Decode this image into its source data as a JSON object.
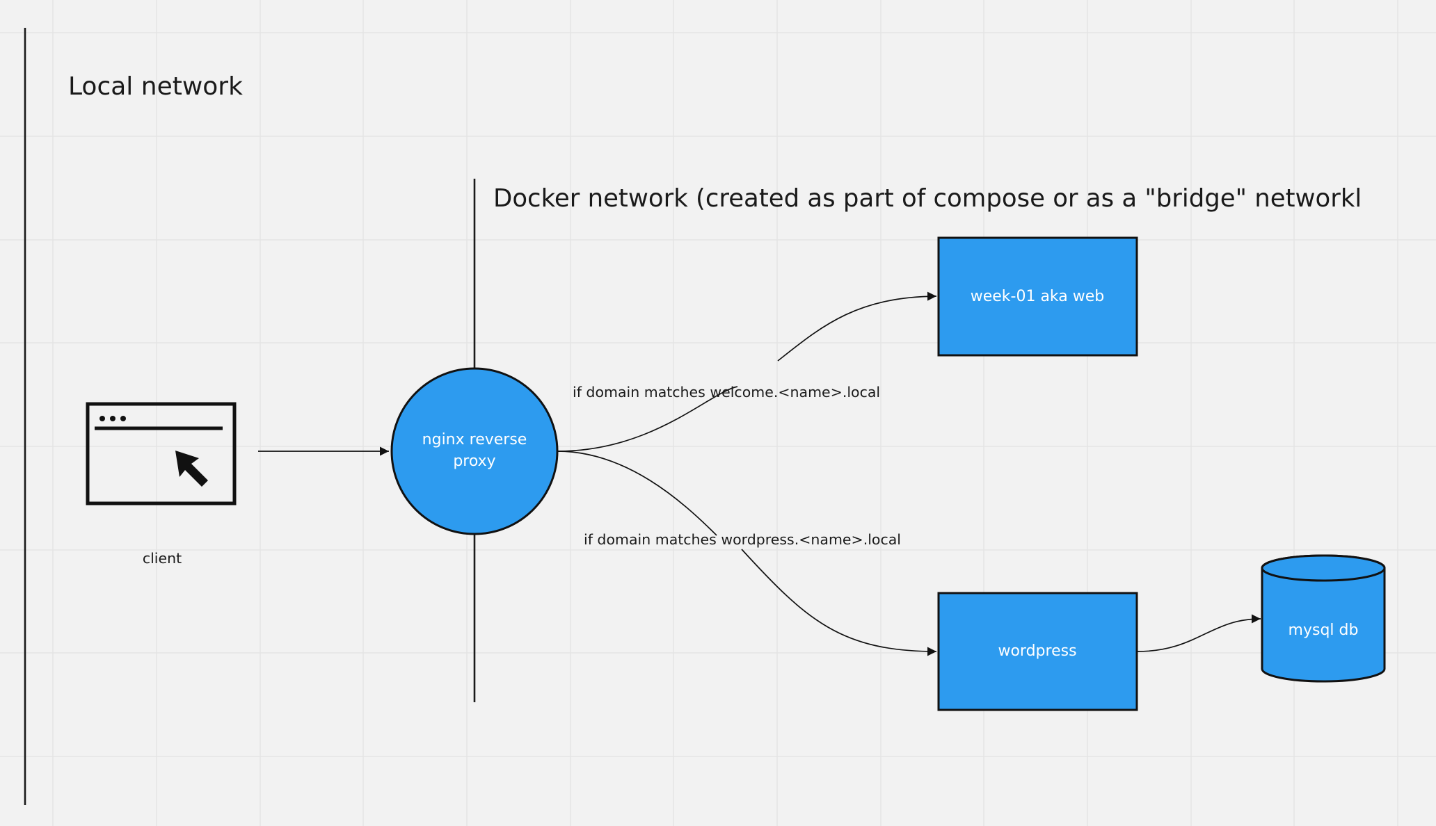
{
  "zones": {
    "local_network_title": "Local network",
    "docker_network_title": "Docker network (created as part of compose or as a \"bridge\" networkl"
  },
  "nodes": {
    "client_label": "client",
    "proxy_line1": "nginx reverse",
    "proxy_line2": "proxy",
    "web_label": "week-01 aka web",
    "wordpress_label": "wordpress",
    "db_label": "mysql db"
  },
  "edges": {
    "welcome_route": "if domain matches welcome.<name>.local",
    "wordpress_route": "if domain matches wordpress.<name>.local"
  },
  "colors": {
    "node_fill": "#2d9bef",
    "background": "#f2f2f2"
  }
}
